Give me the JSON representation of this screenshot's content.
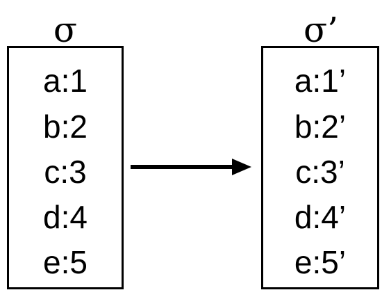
{
  "left_state": {
    "label": "σ",
    "entries": [
      "a:1",
      "b:2",
      "c:3",
      "d:4",
      "e:5"
    ]
  },
  "right_state": {
    "label": "σ’",
    "entries": [
      "a:1’",
      "b:2’",
      "c:3’",
      "d:4’",
      "e:5’"
    ]
  },
  "colors": {
    "stroke": "#000000",
    "background": "#ffffff"
  }
}
